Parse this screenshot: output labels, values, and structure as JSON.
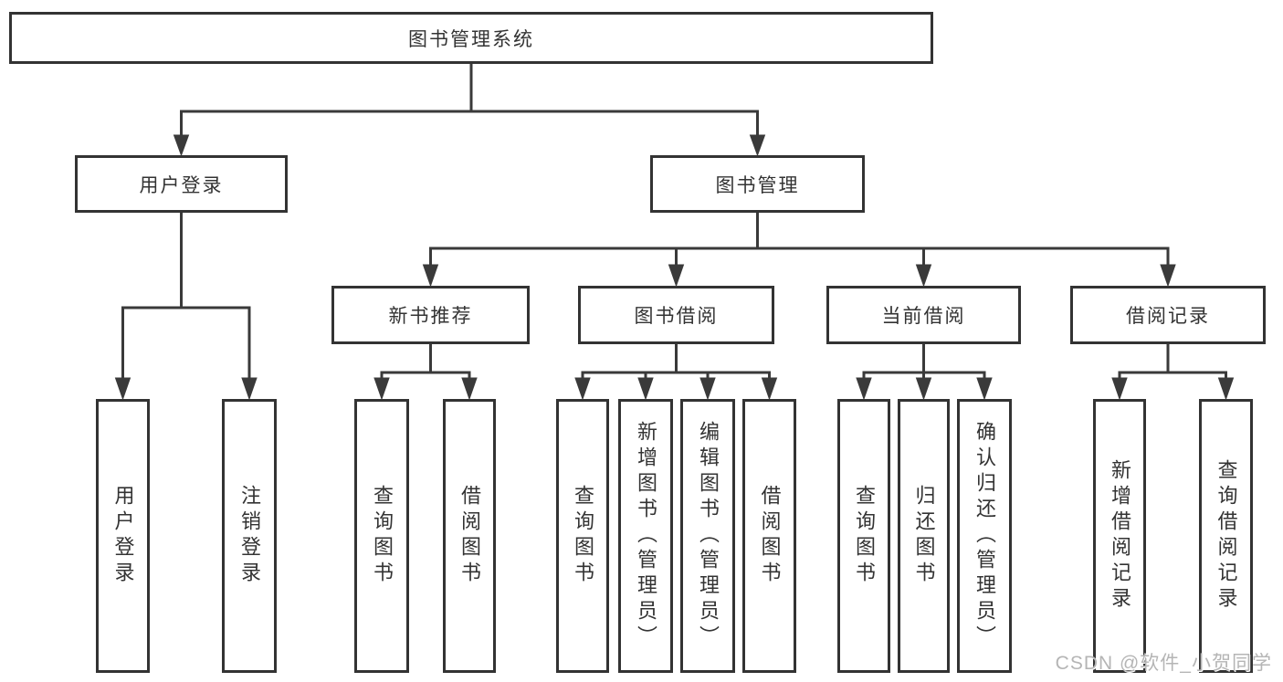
{
  "nodes": {
    "root": "图书管理系统",
    "user_login_branch": "用户登录",
    "book_mgmt_branch": "图书管理",
    "new_book_rec": "新书推荐",
    "book_borrow": "图书借阅",
    "current_borrow": "当前借阅",
    "borrow_records": "借阅记录",
    "leaf_user_login": "用户登录",
    "leaf_logout": "注销登录",
    "leaf_nb_query_books": "查询图书",
    "leaf_nb_borrow_books": "借阅图书",
    "leaf_bb_query_books": "查询图书",
    "leaf_bb_add_books": "新增图书（管理员）",
    "leaf_bb_edit_books": "编辑图书（管理员）",
    "leaf_bb_borrow_books": "借阅图书",
    "leaf_cb_query_books": "查询图书",
    "leaf_cb_return_books": "归还图书",
    "leaf_cb_confirm_return": "确认归还（管理员）",
    "leaf_br_add_record": "新增借阅记录",
    "leaf_br_query_record": "查询借阅记录"
  },
  "watermark": "CSDN @软件_小贺同学",
  "colors": {
    "line": "#3a3a3a",
    "box_border": "#333333",
    "text": "#333333",
    "watermark_text": "#b5b5b5",
    "background": "#ffffff"
  }
}
